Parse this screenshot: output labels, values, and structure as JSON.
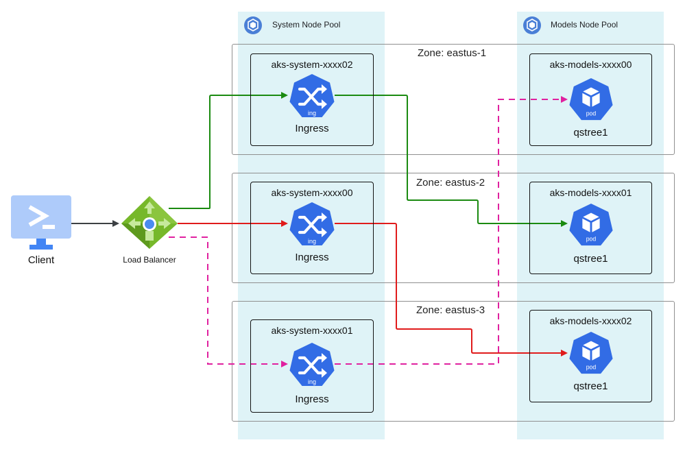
{
  "pools": {
    "system": {
      "title": "System Node Pool",
      "icon": "kubernetes-node-pool-icon"
    },
    "models": {
      "title": "Models Node Pool",
      "icon": "kubernetes-node-pool-icon"
    }
  },
  "zones": [
    {
      "label": "Zone: eastus-1"
    },
    {
      "label": "Zone: eastus-2"
    },
    {
      "label": "Zone: eastus-3"
    }
  ],
  "system_nodes": [
    {
      "name": "aks-system-xxxx02",
      "label": "Ingress",
      "badge": "ing"
    },
    {
      "name": "aks-system-xxxx00",
      "label": "Ingress",
      "badge": "ing"
    },
    {
      "name": "aks-system-xxxx01",
      "label": "Ingress",
      "badge": "ing"
    }
  ],
  "model_nodes": [
    {
      "name": "aks-models-xxxx00",
      "label": "qstree1",
      "badge": "pod"
    },
    {
      "name": "aks-models-xxxx01",
      "label": "qstree1",
      "badge": "pod"
    },
    {
      "name": "aks-models-xxxx02",
      "label": "qstree1",
      "badge": "pod"
    }
  ],
  "client": {
    "label": "Client",
    "icon": "client-terminal-icon"
  },
  "load_balancer": {
    "label": "Load Balancer",
    "icon": "load-balancer-icon"
  },
  "colors": {
    "green_route": "#1a8a10",
    "red_route": "#e01b1b",
    "magenta_route": "#e0209f",
    "client_arrow": "#3c4043",
    "k8s_blue": "#326ce5",
    "pool_band": "#dff3f7"
  }
}
